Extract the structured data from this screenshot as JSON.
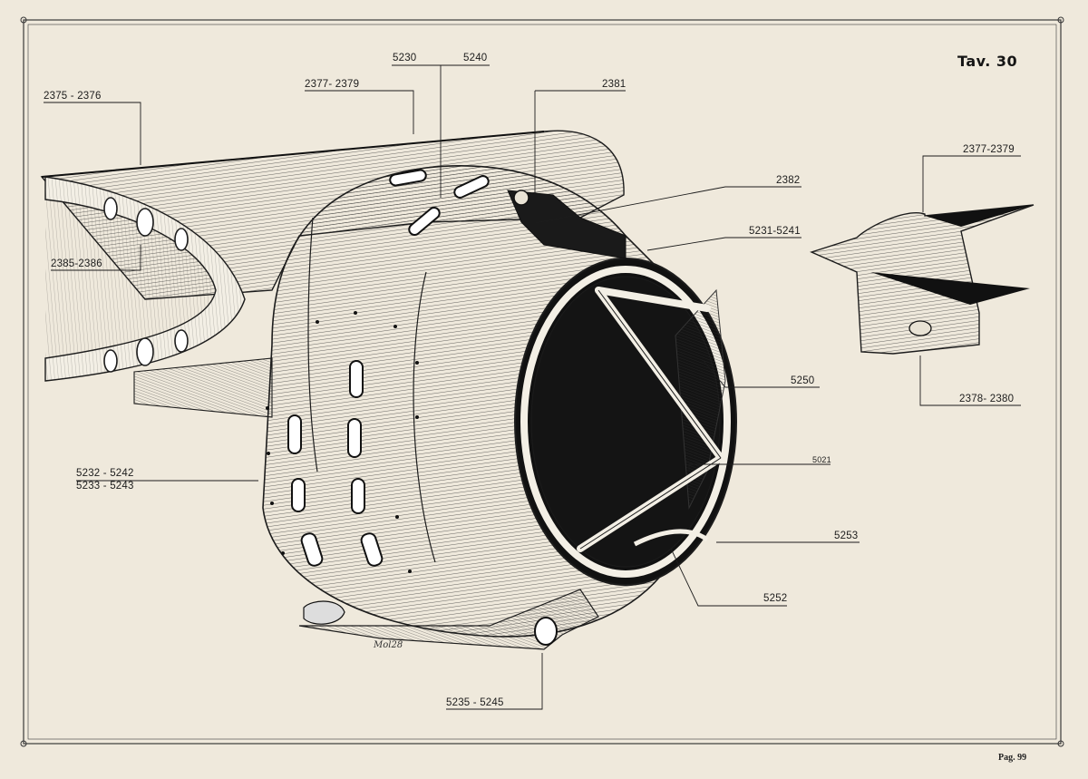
{
  "plate": {
    "title": "Tav. 30",
    "page": "Pag. 99",
    "signature": "Mol28"
  },
  "callouts": {
    "c2375": "2375 - 2376",
    "c5230": "5230",
    "c5240": "5240",
    "c2377": "2377- 2379",
    "c2381": "2381",
    "c2382": "2382",
    "c5231": "5231-5241",
    "c2385": "2385-2386",
    "c5250": "5250",
    "c5021": "5021",
    "c5232": "5232 - 5242",
    "c5233": "5233 - 5243",
    "c5253": "5253",
    "c5252": "5252",
    "c5235": "5235 - 5245",
    "d2377": "2377-2379",
    "d2378": "2378- 2380"
  },
  "colors": {
    "paper": "#efe9dc",
    "ink": "#1c1c1c",
    "frame": "#3a3a3a"
  }
}
